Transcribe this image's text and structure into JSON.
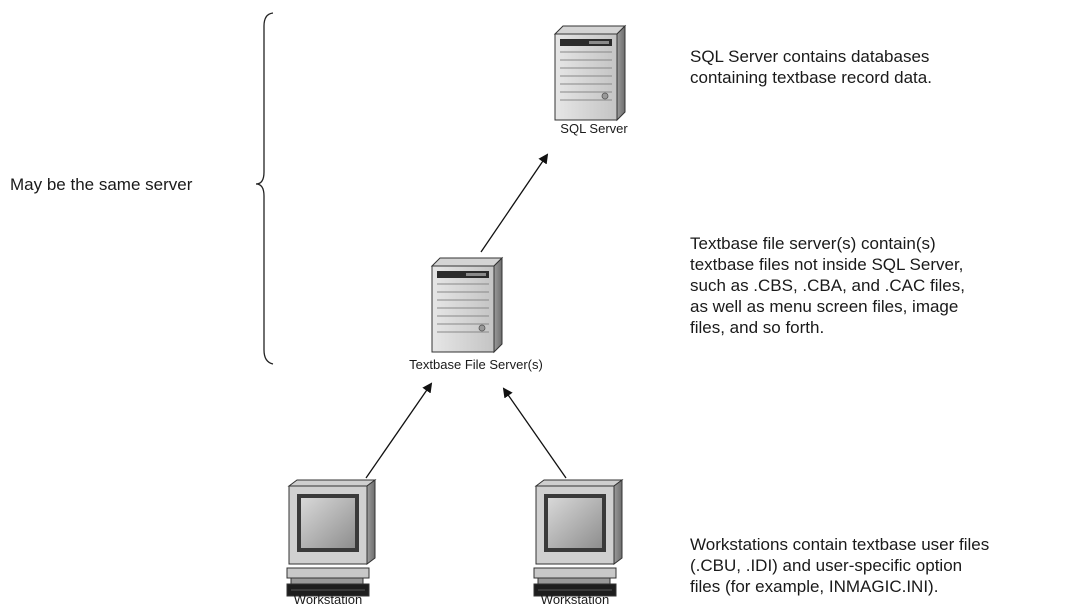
{
  "nodes": {
    "sql_server": "SQL Server",
    "textbase_file_server": "Textbase File Server(s)",
    "workstation_left": "Workstation",
    "workstation_right": "Workstation"
  },
  "brace_label": "May be the same server",
  "descriptions": {
    "sql_server": [
      "SQL Server contains databases",
      "containing textbase record data."
    ],
    "file_server": [
      "Textbase file server(s) contain(s)",
      "textbase files not inside SQL Server,",
      "such as .CBS, .CBA, and .CAC files,",
      "as well as menu screen files, image",
      "files, and so forth."
    ],
    "workstations": [
      "Workstations contain textbase user files",
      "(.CBU, .IDI) and user-specific option",
      "files (for example, INMAGIC.INI)."
    ]
  },
  "icons": [
    "server-icon",
    "computer-icon",
    "arrow"
  ]
}
